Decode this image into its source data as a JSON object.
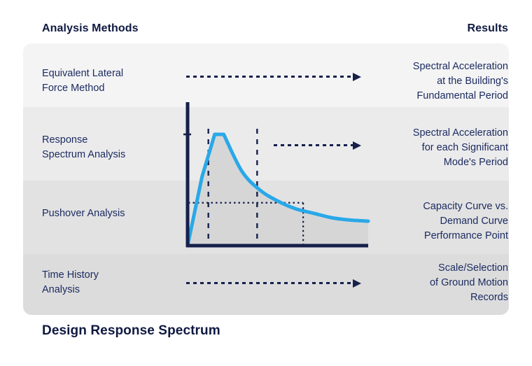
{
  "header": {
    "methods": "Analysis Methods",
    "results": "Results"
  },
  "caption": "Design Response Spectrum",
  "rows": [
    {
      "method": "Equivalent Lateral\nForce Method",
      "result": "Spectral Acceleration\nat the Building's\nFundamental Period",
      "connector": "dashed-arrow"
    },
    {
      "method": "Response\nSpectrum Analysis",
      "result": "Spectral Acceleration\nfor each Significant\nMode's Period",
      "connector": "dashed-arrow"
    },
    {
      "method": "Pushover Analysis",
      "result": "Capacity Curve vs.\nDemand Curve\nPerformance Point",
      "connector": "none"
    },
    {
      "method": "Time History\nAnalysis",
      "result": "Scale/Selection\nof Ground Motion\nRecords",
      "connector": "dashed-arrow"
    }
  ],
  "colors": {
    "navy": "#0f1941",
    "text_navy": "#1b2a5e",
    "curve_blue": "#29a8e8",
    "axis_navy": "#16204b",
    "fill_gray": "#d6d6d7",
    "band_1": "#f4f4f5",
    "band_2": "#ebebec",
    "band_3": "#e2e2e3",
    "band_4": "#dcdcdd"
  },
  "chart_data": {
    "type": "line",
    "title": "Design Response Spectrum",
    "xlabel": "",
    "ylabel": "",
    "grid": false,
    "legend": false,
    "series": [
      {
        "name": "Design Response Spectrum",
        "color": "#29a8e8",
        "filled": true,
        "fill_color": "#d6d6d7",
        "x": [
          0.0,
          0.08,
          0.15,
          0.2,
          0.3,
          0.4,
          0.5,
          0.6,
          0.7,
          0.8,
          0.9,
          1.0
        ],
        "y": [
          0.0,
          0.62,
          1.0,
          1.0,
          0.67,
          0.5,
          0.4,
          0.33,
          0.29,
          0.25,
          0.23,
          0.22
        ]
      }
    ],
    "annotations": [
      {
        "name": "plateau-start-guide",
        "type": "vline",
        "x": 0.115,
        "style": "dashed"
      },
      {
        "name": "plateau-end-guide",
        "type": "vline",
        "x": 0.385,
        "style": "dashed"
      },
      {
        "name": "plateau-level-tick",
        "type": "ytick",
        "y": 1.0
      },
      {
        "name": "long-period-guide",
        "type": "hline",
        "y": 0.385,
        "style": "dotted"
      },
      {
        "name": "long-period-vguide",
        "type": "vline",
        "x": 0.64,
        "style": "dotted"
      }
    ],
    "xlim": [
      0,
      1
    ],
    "ylim": [
      0,
      1.18
    ]
  }
}
